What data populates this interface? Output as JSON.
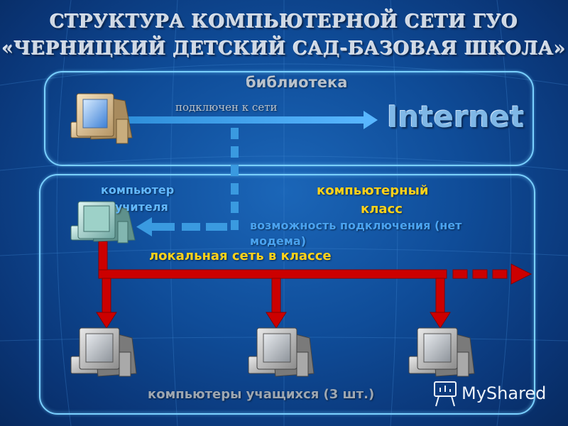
{
  "title_line1": "СТРУКТУРА КОМПЬЮТЕРНОЙ СЕТИ ГУО",
  "title_line2": "«ЧЕРНИЦКИЙ ДЕТСКИЙ САД-БАЗОВАЯ ШКОЛА»",
  "library": {
    "label": "библиотека",
    "connected_label": "подключен к сети",
    "internet_label": "Internet"
  },
  "classroom": {
    "teacher_label_1": "компьютер",
    "teacher_label_2": "учителя",
    "class_label_1": "компьютерный",
    "class_label_2": "класс",
    "possibility_label_1": "возможность подключения (нет",
    "possibility_label_2": "модема)",
    "lan_label": "локальная сеть в классе",
    "students_label": "компьютеры учащихся (3 шт.)"
  },
  "watermark": "MyShared",
  "colors": {
    "link_blue": "#3a9ae0",
    "lan_red": "#cc0000",
    "frame": "#7ad0ff"
  }
}
